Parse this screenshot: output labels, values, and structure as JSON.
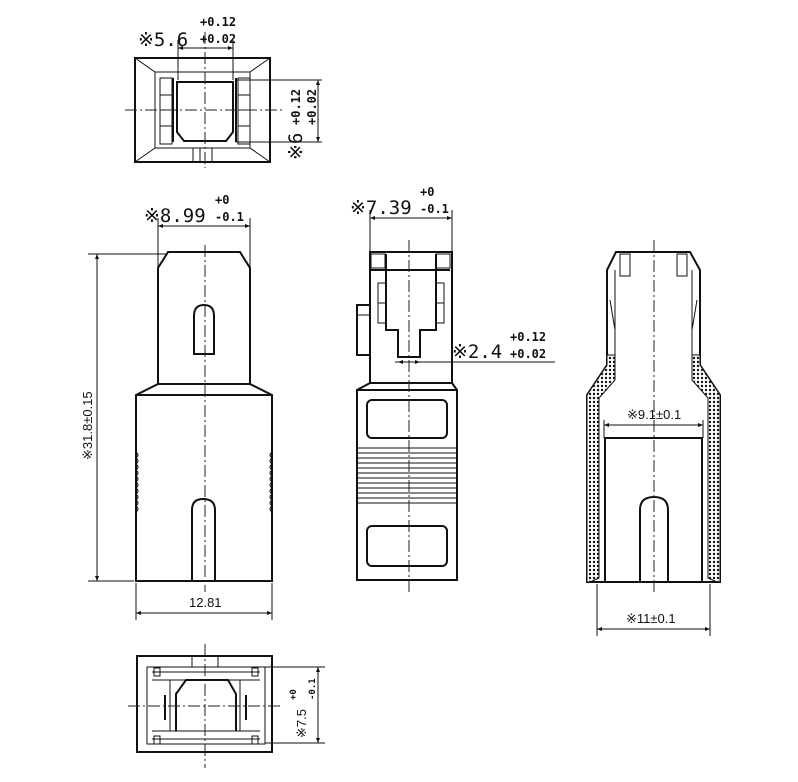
{
  "drawing": {
    "line_color": "#111111",
    "background": "#ffffff",
    "reference_mark": "※",
    "views": {
      "top_view": {
        "width_dim": {
          "nominal": "※5.6",
          "upper_tol": "+0.12",
          "lower_tol": "+0.02"
        },
        "height_dim": {
          "nominal": "※6",
          "upper_tol": "+0.12",
          "lower_tol": "+0.02"
        }
      },
      "front_view": {
        "upper_width_dim": {
          "nominal": "※8.99",
          "upper_tol": "+0",
          "lower_tol": "-0.1"
        },
        "length_dim": "※31.8±0.15",
        "lower_width_dim": "12.81"
      },
      "bottom_view": {
        "height_dim": {
          "nominal": "※7.5",
          "upper_tol": "+0",
          "lower_tol": "-0.1"
        }
      },
      "side_view": {
        "upper_width_dim": {
          "nominal": "※7.39",
          "upper_tol": "+0",
          "lower_tol": "-0.1"
        },
        "slot_dim": {
          "nominal": "※2.4",
          "upper_tol": "+0.12",
          "lower_tol": "+0.02"
        }
      },
      "section_view": {
        "inner_width_dim": "※9.1±0.1",
        "outer_width_dim": "※11±0.1"
      }
    }
  }
}
